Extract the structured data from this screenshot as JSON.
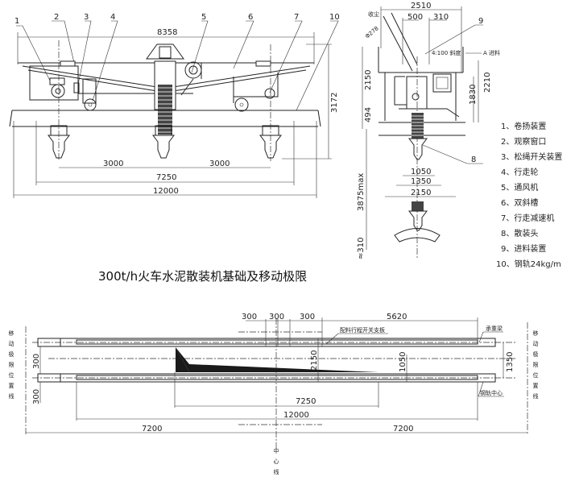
{
  "title": "300t/h火车水泥散装机基础及移动极限",
  "elevation": {
    "callouts": [
      "1",
      "2",
      "3",
      "4",
      "5",
      "6",
      "7",
      "10"
    ],
    "dims": {
      "overall_top": "8358",
      "height": "3172",
      "spacing_left": "3000",
      "spacing_right": "3000",
      "wheel_base": "7250",
      "rail_length": "12000"
    }
  },
  "side_view": {
    "dims": {
      "width": "2510",
      "d500": "500",
      "d310": "310",
      "diameter": "Φ278",
      "h2150": "2150",
      "h2210": "2210",
      "h1830": "1830",
      "h494": "494",
      "stroke": "3875max",
      "bottom": "≈310",
      "w1050": "1050",
      "w1350": "1350",
      "w2150": "2150"
    },
    "callout_9": "9",
    "callout_8": "8",
    "dust_label": "收尘",
    "slope_label": "4:100 斜度",
    "feed_label": "A 进料"
  },
  "legend": [
    "1、卷扬装置",
    "2、观察窗口",
    "3、松绳开关装置",
    "4、行走轮",
    "5、通风机",
    "6、双斜槽",
    "7、行走减速机",
    "8、散装头",
    "9、进料装置",
    "10、钢轨24kg/m"
  ],
  "plan": {
    "dims": {
      "d300a": "300",
      "d300b": "300",
      "d300c": "300",
      "d5620": "5620",
      "h300_top": "300",
      "h300_bot": "300",
      "h2150": "2150",
      "h1050": "1050",
      "h1350": "1350",
      "w7250": "7250",
      "w12000": "12000",
      "left7200": "7200",
      "right7200": "7200"
    },
    "switch_plate_label": "配料行程开关支板",
    "beam_label": "承重梁",
    "rail_center_label": "钢轨中心",
    "limit_line_label": "移动极限位置线",
    "center_line_label": "中心线"
  }
}
